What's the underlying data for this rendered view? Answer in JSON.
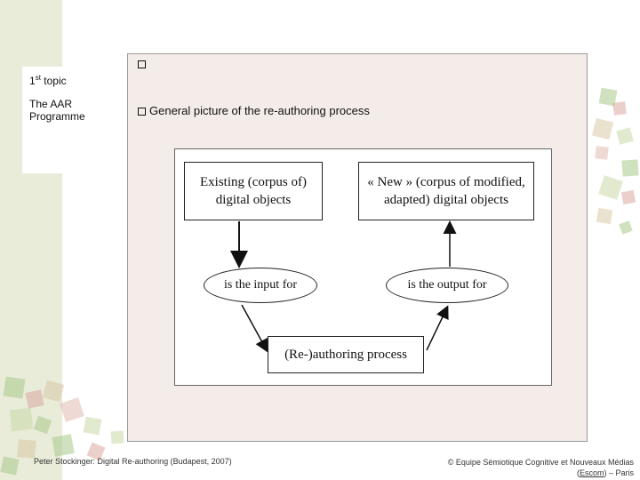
{
  "sidebar": {
    "topic_number": "1",
    "topic_suffix": "st",
    "topic_word": "topic",
    "section_line1": "The AAR",
    "section_line2": "Programme"
  },
  "content": {
    "empty_bullet": "",
    "bullet_text": "General picture of the re-authoring process"
  },
  "diagram": {
    "box_existing_line1": "Existing (corpus of)",
    "box_existing_line2": "digital objects",
    "box_new_line1": "« New » (corpus of modified,",
    "box_new_line2": "adapted) digital objects",
    "ellipse_input": "is the input for",
    "ellipse_output": "is the output for",
    "process_box": "(Re-)authoring process"
  },
  "footer": {
    "left": "Peter Stockinger: Digital Re-authoring (Budapest, 2007)",
    "right_line1": "© Equipe Sémiotique Cognitive et Nouveaux Médias",
    "right_paren_open": "(",
    "right_link": "Escom",
    "right_tail": ") – Paris"
  },
  "colors": {
    "left_band": "#e9ecd9",
    "content_bg": "#f3ece8",
    "deco_green": "#a9c98a",
    "deco_pink": "#d9a8a0",
    "deco_tan": "#d8c9a6"
  }
}
